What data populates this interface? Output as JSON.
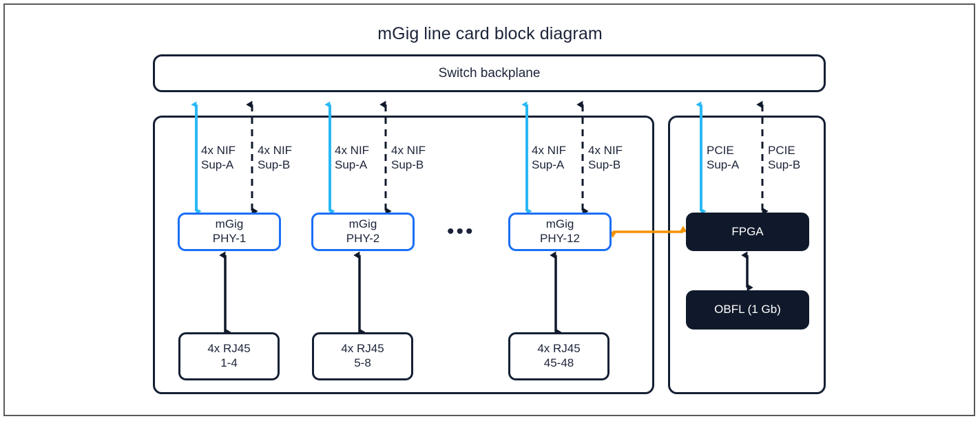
{
  "diagram": {
    "title": "mGig line card block diagram",
    "backplane_label": "Switch backplane",
    "ellipsis": "•••",
    "colors": {
      "frame_border": "#58595b",
      "box_border_dark": "#151f33",
      "phy_border_blue": "#1a6ef5",
      "arrow_cyan": "#29b8f5",
      "arrow_dark": "#10192b",
      "arrow_orange": "#f39200",
      "fill_dark": "#10192b",
      "text_dark": "#1b2338",
      "text_light": "#ffffff"
    },
    "phy_columns": [
      {
        "phy_label": "mGig\nPHY-1",
        "nif_a_label": "4x NIF\nSup-A",
        "nif_b_label": "4x NIF\nSup-B",
        "rj45_label": "4x RJ45\n1-4"
      },
      {
        "phy_label": "mGig\nPHY-2",
        "nif_a_label": "4x NIF\nSup-A",
        "nif_b_label": "4x NIF\nSup-B",
        "rj45_label": "4x RJ45\n5-8"
      },
      {
        "phy_label": "mGig\nPHY-12",
        "nif_a_label": "4x NIF\nSup-A",
        "nif_b_label": "4x NIF\nSup-B",
        "rj45_label": "4x RJ45\n45-48"
      }
    ],
    "fpga_panel": {
      "pcie_a_label": "PCIE\nSup-A",
      "pcie_b_label": "PCIE\nSup-B",
      "fpga_label": "FPGA",
      "obfl_label": "OBFL (1 Gb)"
    }
  }
}
